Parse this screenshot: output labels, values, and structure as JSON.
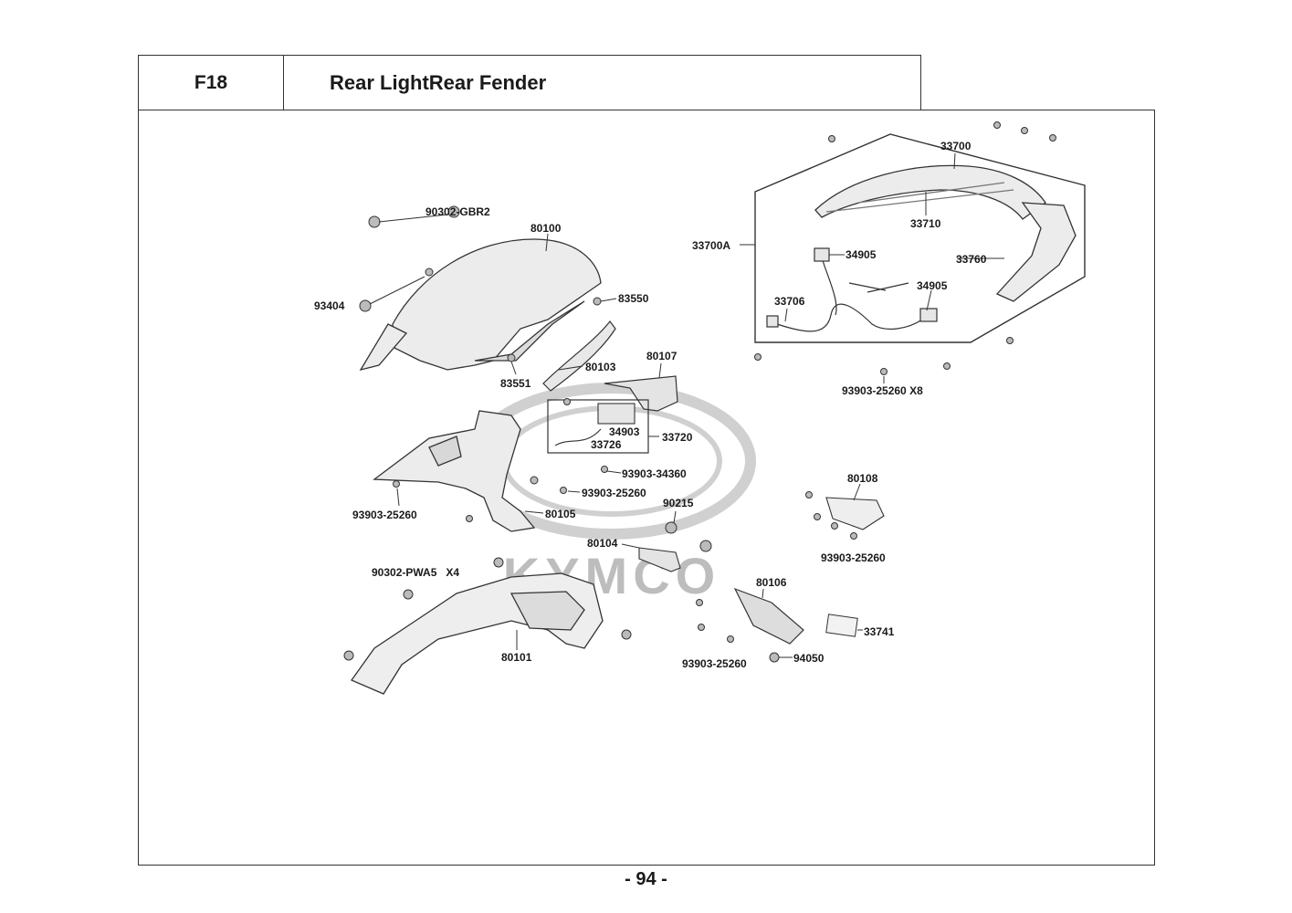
{
  "header": {
    "section_code": "F18",
    "section_title": "Rear LightRear Fender"
  },
  "watermark": {
    "brand": "KYMCO",
    "color": "#bdbdbd"
  },
  "callouts": {
    "p_90302_gbr2": "90302-GBR2",
    "p_80100": "80100",
    "p_93404": "93404",
    "p_83550": "83550",
    "p_83551": "83551",
    "p_80103": "80103",
    "p_80107": "80107",
    "p_34903": "34903",
    "p_33726": "33726",
    "p_33720": "33720",
    "p_93903_34360": "93903-34360",
    "p_93903_25260_a": "93903-25260",
    "p_93903_25260_b": "93903-25260",
    "p_80105": "80105",
    "p_90215": "90215",
    "p_80104": "80104",
    "p_90302_pwa5": "90302-PWA5   X4",
    "p_80101": "80101",
    "p_80106": "80106",
    "p_93903_25260_c": "93903-25260",
    "p_94050": "94050",
    "p_33741": "33741",
    "p_80108": "80108",
    "p_93903_25260_d": "93903-25260",
    "p_33700": "33700",
    "p_33710": "33710",
    "p_33700a": "33700A",
    "p_34905_a": "34905",
    "p_33760": "33760",
    "p_34905_b": "34905",
    "p_33706": "33706",
    "p_93903_25260_x8": "93903-25260 X8"
  },
  "footer": {
    "page_number": "- 94 -"
  }
}
